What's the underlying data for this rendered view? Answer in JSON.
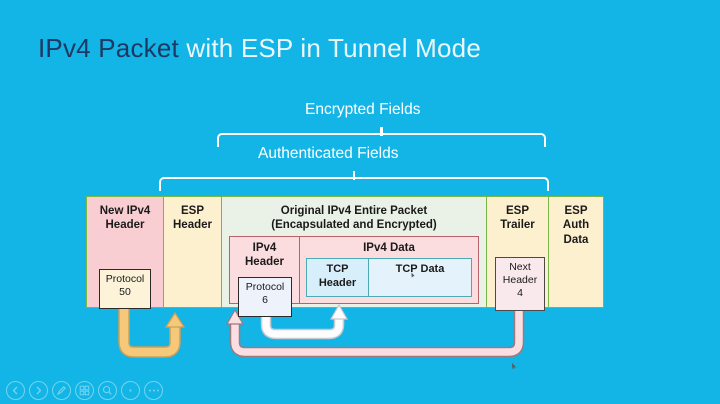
{
  "slide": {
    "background_color": "#12b5e5",
    "title": {
      "part_dark": "IPv4 Packet",
      "part_light": " with ESP in Tunnel Mode",
      "dark_color": "#1f3864",
      "light_color": "#eaf7fd"
    }
  },
  "braces": {
    "encrypted_label": "Encrypted Fields",
    "authenticated_label": "Authenticated Fields",
    "color": "#ffffff"
  },
  "packet": {
    "segments": [
      {
        "name": "new-ipv4-header",
        "title": "New IPv4\nHeader",
        "fill": "#f9ced3",
        "value_box": {
          "text": "Protocol\n50",
          "fill": "#fdf3d8"
        }
      },
      {
        "name": "esp-header",
        "title": "ESP\nHeader",
        "fill": "#fdf0cf"
      },
      {
        "name": "original-ipv4-entire-packet",
        "title": "Original IPv4 Entire Packet\n(Encapsulated and Encrypted)",
        "fill": "#eaf1e6",
        "inner": {
          "ipv4_header": {
            "title": "IPv4\nHeader",
            "value_box": {
              "text": "Protocol\n6",
              "fill": "#eef2fb"
            }
          },
          "ipv4_data": {
            "title": "IPv4 Data",
            "tcp_header": "TCP\nHeader",
            "tcp_data": "TCP Data"
          },
          "fill": "#fbdcdf",
          "border": "#b5626b"
        }
      },
      {
        "name": "esp-trailer",
        "title": "ESP\nTrailer",
        "fill": "#fdf0cf",
        "value_box": {
          "text": "Next\nHeader\n4",
          "fill": "#f9e9ec"
        }
      },
      {
        "name": "esp-auth-data",
        "title": "ESP\nAuth\nData",
        "fill": "#fdf0cf"
      }
    ],
    "border_color": "#7ab648"
  },
  "arrows": [
    {
      "name": "protocol-50-to-esp-header",
      "color": "#f6c87a",
      "stroke": "#caa05a",
      "from": "Protocol 50",
      "to": "ESP Header"
    },
    {
      "name": "protocol-6-to-tcp-header",
      "color": "#fdfdfd",
      "stroke": "#c9c9d2",
      "from": "Protocol 6",
      "to": "TCP Header"
    },
    {
      "name": "next-header-4-to-ipv4-header",
      "color": "#fbdee2",
      "stroke": "#9c7a80",
      "from": "Next Header 4",
      "to": "IPv4 Header"
    }
  ],
  "toolbar": {
    "buttons": [
      {
        "name": "previous-slide-button",
        "icon": "chevron-left-icon"
      },
      {
        "name": "next-slide-button",
        "icon": "chevron-right-icon"
      },
      {
        "name": "pen-tool-button",
        "icon": "pen-icon"
      },
      {
        "name": "all-slides-button",
        "icon": "grid-icon"
      },
      {
        "name": "zoom-button",
        "icon": "magnifier-icon"
      },
      {
        "name": "laser-pointer-button",
        "icon": "dot-icon"
      },
      {
        "name": "more-options-button",
        "icon": "ellipsis-icon"
      }
    ]
  }
}
